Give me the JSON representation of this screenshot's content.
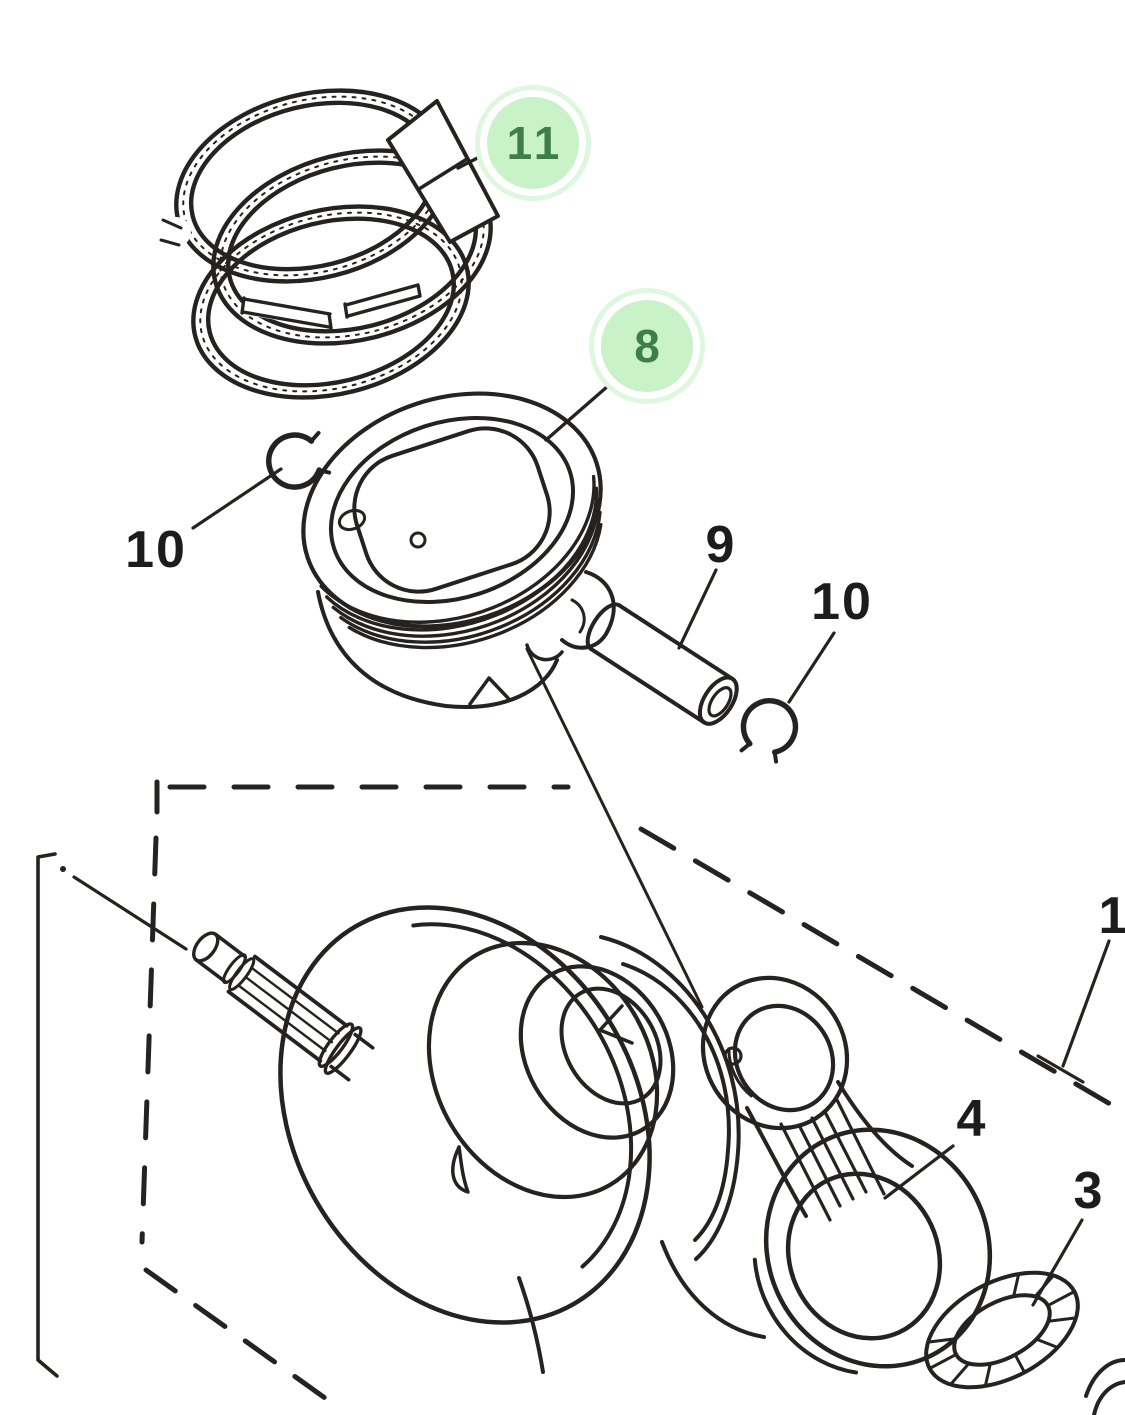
{
  "diagram": {
    "colors": {
      "paper": "#ffffff",
      "ink": "#262220",
      "label_ink": "#1c1c1c",
      "highlight_fill": "#c9f2c9",
      "highlight_halo": "#def7de",
      "highlight_text": "#3f7e49"
    },
    "callouts": {
      "crank_assembly": "1",
      "bearing": "3",
      "connecting_rod": "4",
      "piston": "8",
      "piston_pin": "9",
      "circlip_left": "10",
      "circlip_right": "10",
      "ring_set": "11"
    }
  }
}
